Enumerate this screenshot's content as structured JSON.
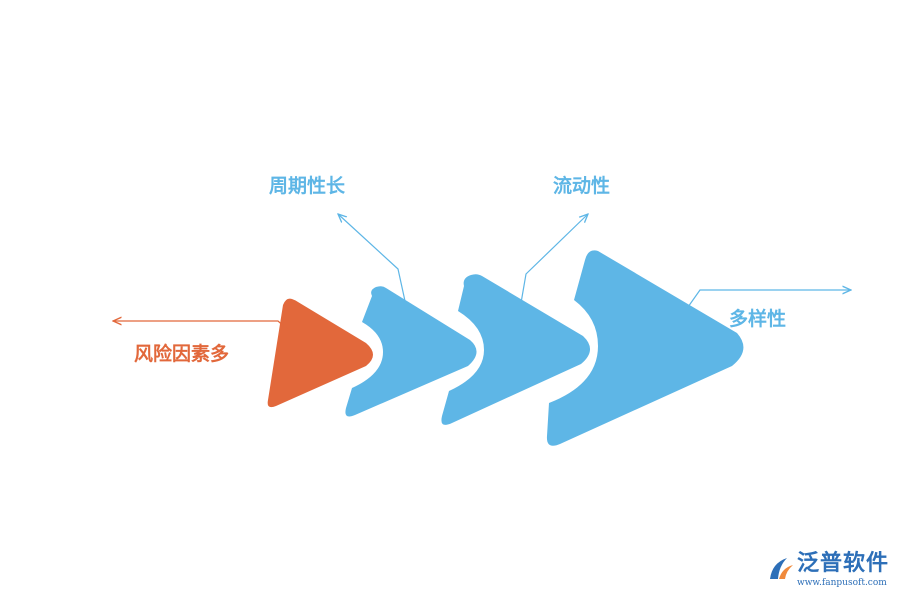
{
  "labels": {
    "risk": "风险因素多",
    "cycle": "周期性长",
    "flow": "流动性",
    "variety": "多样性"
  },
  "colors": {
    "orange": "#e2683b",
    "blue": "#5eb6e6",
    "logo_blue": "#2d6fb8",
    "logo_orange": "#f08a3c"
  },
  "logo": {
    "name": "泛普软件",
    "url": "www.fanpusoft.com"
  }
}
